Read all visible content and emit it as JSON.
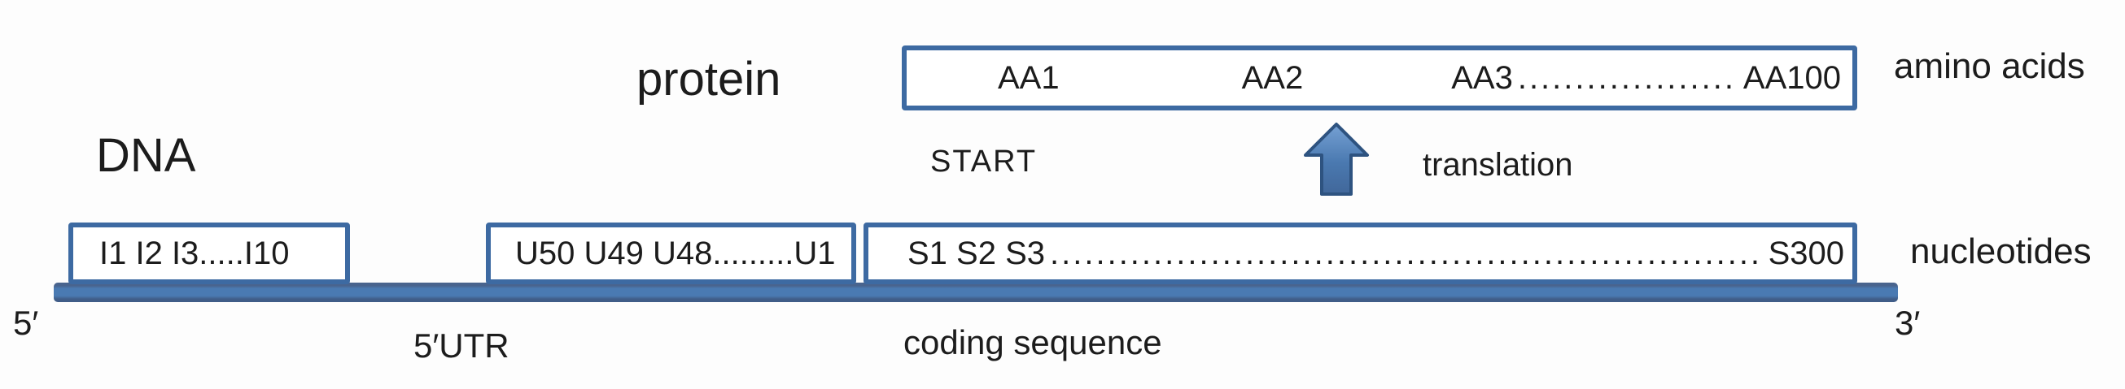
{
  "colors": {
    "background": "#fdfdfd",
    "text": "#1c1c1c",
    "blue_fill": "#4a79b0",
    "blue_border": "#3d6aa2",
    "bar_dark": "#405d88",
    "arrow_border": "#2e5380",
    "arrow_light": "#76a1d4"
  },
  "labels": {
    "protein": "protein",
    "dna": "DNA",
    "start": "START",
    "translation": "translation",
    "amino_acids": "amino acids",
    "nucleotides": "nucleotides",
    "five_prime": "5′",
    "three_prime": "3′",
    "five_utr": "5′UTR",
    "coding_sequence": "coding sequence"
  },
  "protein_box": {
    "aa1": "AA1",
    "aa2": "AA2",
    "aa3": "AA3",
    "dots": "................................................................",
    "aa100": "AA100"
  },
  "dna_boxes": {
    "introns": "I1 I2 I3.....I10",
    "utr": "U50 U49 U48.........U1",
    "coding_prefix": "S1 S2 S3",
    "coding_dots": "....................................................................................................................................................................................................",
    "coding_suffix": "S300"
  }
}
